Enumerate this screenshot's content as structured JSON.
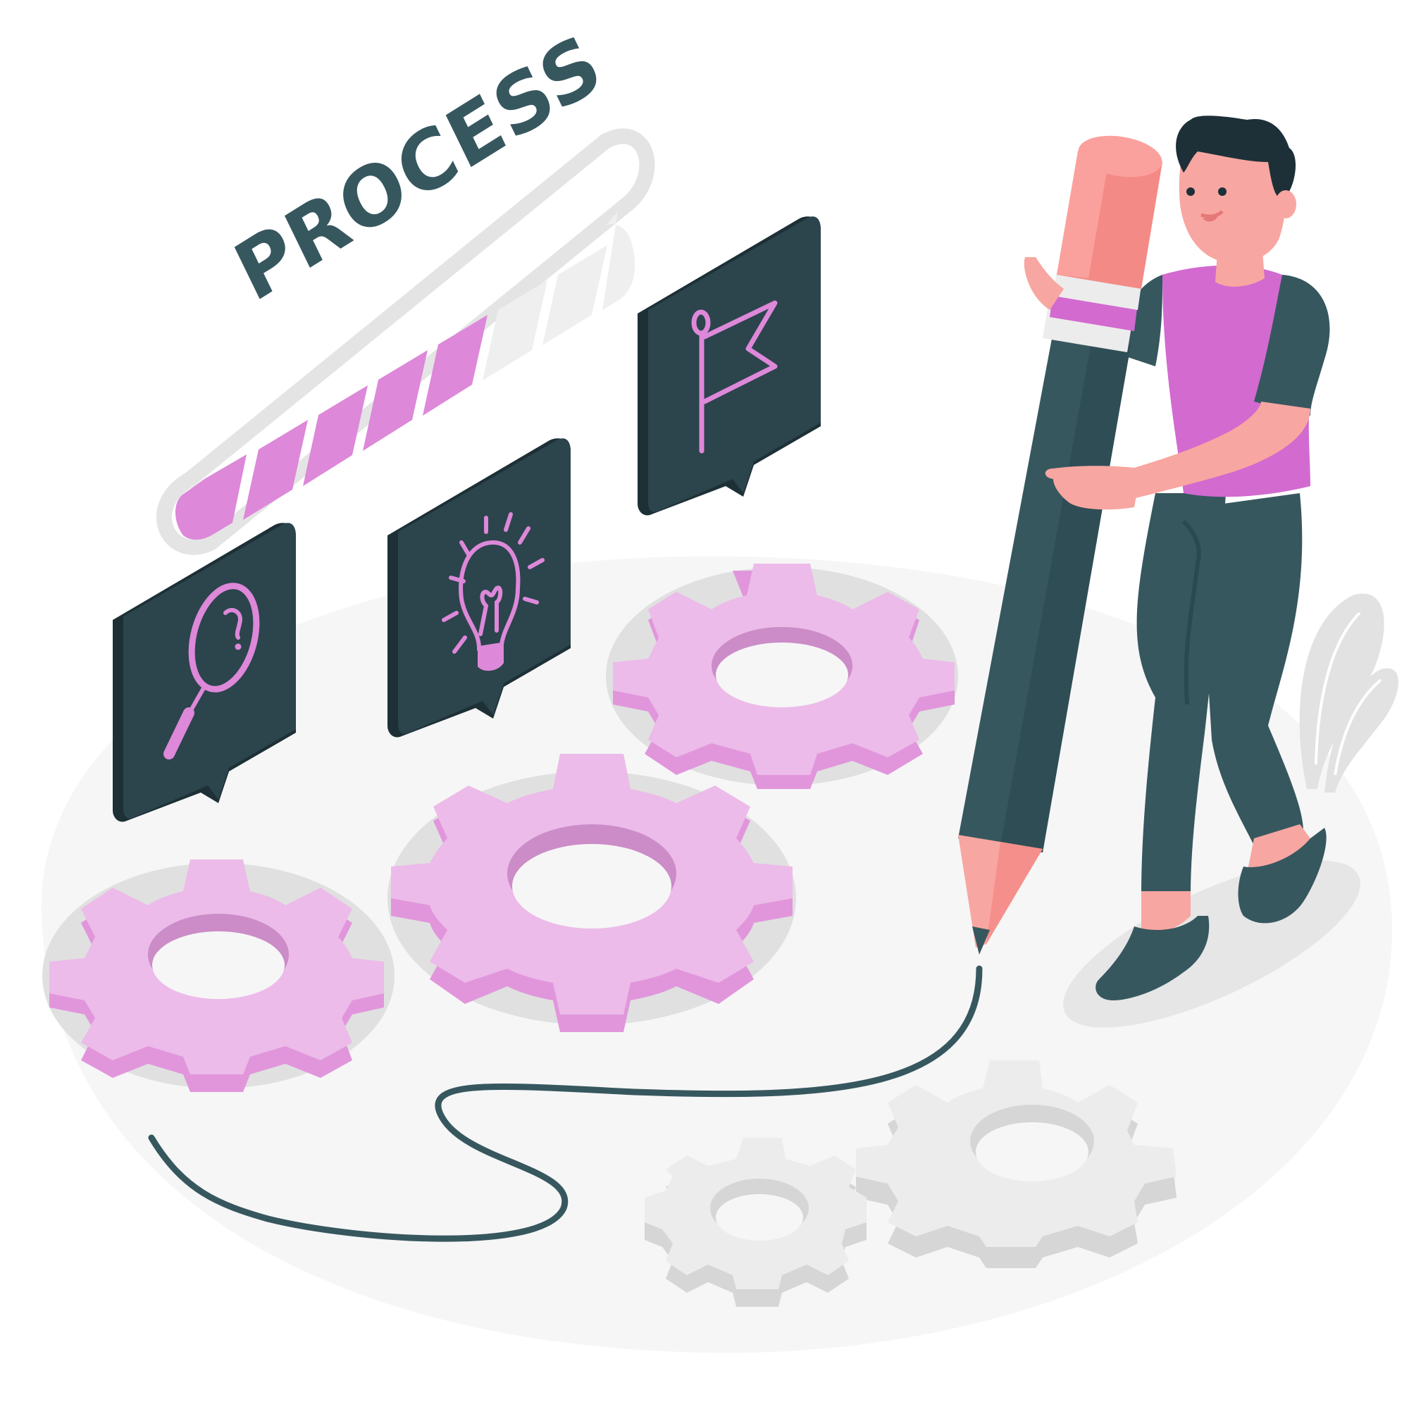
{
  "title_text": "PROCESS",
  "progress": {
    "total_segments": 8,
    "filled_segments": 5,
    "percent": 62.5
  },
  "icons": [
    {
      "name": "magnifier-question",
      "label": "research"
    },
    {
      "name": "lightbulb",
      "label": "idea"
    },
    {
      "name": "flag",
      "label": "goal"
    }
  ],
  "gears": {
    "pink_count": 3,
    "gray_count": 2
  },
  "colors": {
    "background": "#ffffff",
    "floor": "#f6f6f6",
    "dark_teal": "#37575f",
    "dark_teal_shadow": "#263f46",
    "card_face": "#2c444c",
    "card_side": "#1d3036",
    "pink_accent": "#dd88d9",
    "shirt_magenta": "#d26ad0",
    "gear_top": "#ecbbe9",
    "gear_side": "#e196dc",
    "gear_side_dark": "#cb8cc7",
    "gear_side_light": "#f2cdef",
    "gray_gear_top": "#ececec",
    "gray_gear_side": "#d6d6d6",
    "bar_outline": "#e4e4e4",
    "bar_empty": "#efefef",
    "skin": "#f8a6a1",
    "eraser": "#f48a86",
    "eraser_light": "#fba19d",
    "hair": "#1d3038"
  }
}
